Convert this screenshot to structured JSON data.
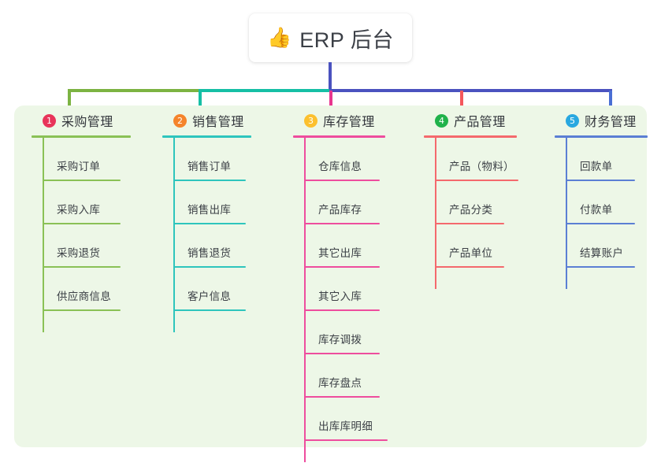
{
  "root": {
    "icon": "thumbs-up-icon",
    "emoji": "👍",
    "title": "ERP 后台"
  },
  "colors": {
    "panel_background": "#edf7e7",
    "trunk": "#4a52bf",
    "segment_a": "#7cb342",
    "segment_b": "#16bfa5",
    "segment_c": "#4a52bf"
  },
  "columns": [
    {
      "number": "1",
      "badge_color": "#e8345a",
      "accent": "#8ac156",
      "label": "采购管理",
      "items": [
        "采购订单",
        "采购入库",
        "采购退货",
        "供应商信息"
      ]
    },
    {
      "number": "2",
      "badge_color": "#f5842b",
      "accent": "#2ec5bd",
      "label": "销售管理",
      "items": [
        "销售订单",
        "销售出库",
        "销售退货",
        "客户信息"
      ]
    },
    {
      "number": "3",
      "badge_color": "#fcc02e",
      "accent": "#ee4d9e",
      "label": "库存管理",
      "items": [
        "仓库信息",
        "产品库存",
        "其它出库",
        "其它入库",
        "库存调拨",
        "库存盘点",
        "出库库明细"
      ]
    },
    {
      "number": "4",
      "badge_color": "#20b24b",
      "accent": "#f4696d",
      "label": "产品管理",
      "items": [
        "产品（物料）",
        "产品分类",
        "产品单位"
      ]
    },
    {
      "number": "5",
      "badge_color": "#29a8e0",
      "accent": "#5b7fd4",
      "label": "财务管理",
      "items": [
        "回款单",
        "付款单",
        "结算账户"
      ]
    }
  ]
}
